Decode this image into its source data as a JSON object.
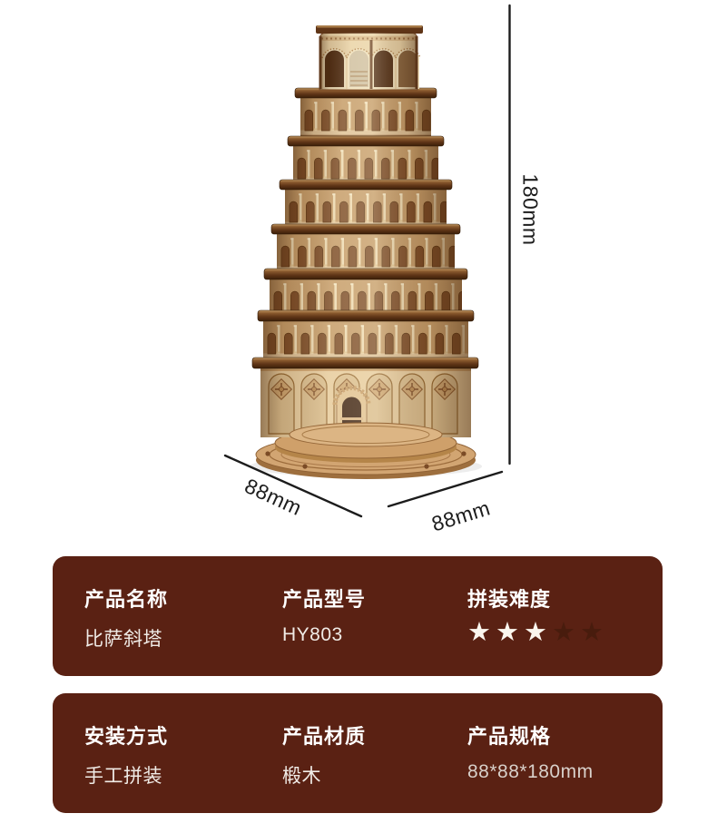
{
  "hero": {
    "dimension_labels": {
      "height": "180mm",
      "base_depth": "88mm",
      "base_width": "88mm"
    }
  },
  "spec_panels": [
    {
      "items": [
        {
          "label": "产品名称",
          "value": "比萨斜塔"
        },
        {
          "label": "产品型号",
          "value": "HY803"
        },
        {
          "label": "拼装难度",
          "rating": {
            "filled": "★★★",
            "empty": "★★"
          }
        }
      ]
    },
    {
      "items": [
        {
          "label": "安装方式",
          "value": "手工拼装"
        },
        {
          "label": "产品材质",
          "value": "椴木"
        },
        {
          "label": "产品规格",
          "value": "88*88*180mm"
        }
      ]
    }
  ],
  "colors": {
    "panel_background": "#5a2113",
    "label_text": "#ffffff",
    "value_text": "#f0ebe6",
    "spec_value_text": "#d8d0ca",
    "star_filled": "#fbf6ee",
    "star_empty": "#481c0d",
    "dimension_line": "#1c1c1c",
    "dimension_text": "#1d1d1d"
  }
}
